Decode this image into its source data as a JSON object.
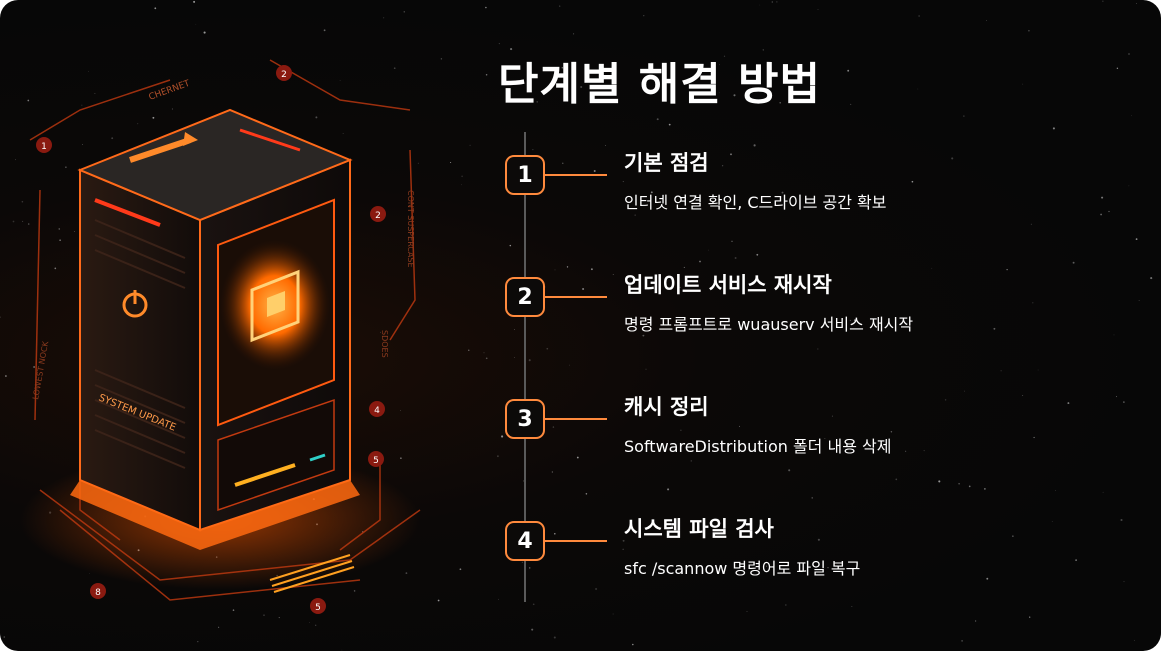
{
  "slide": {
    "title": "단계별 해결 방법",
    "accent_color": "#ff8a3d"
  },
  "steps": [
    {
      "number": "1",
      "title": "기본 점검",
      "description": "인터넷 연결 확인, C드라이브 공간 확보"
    },
    {
      "number": "2",
      "title": "업데이트 서비스 재시작",
      "description": "명령 프롬프트로 wuauserv 서비스 재시작"
    },
    {
      "number": "3",
      "title": "캐시 정리",
      "description": "SoftwareDistribution 폴더 내용 삭제"
    },
    {
      "number": "4",
      "title": "시스템 파일 검사",
      "description": "sfc /scannow 명령어로 파일 복구"
    }
  ],
  "illustration": {
    "device_label": "SYSTEM UPDATE",
    "top_label": "CHERNET",
    "side_label_left": "LOWEST NOCK",
    "side_label_right": "CONT SUSPERCASE",
    "side_label_right2": "SDOES",
    "markers": [
      "1",
      "2",
      "2",
      "4",
      "5",
      "8",
      "5"
    ]
  }
}
